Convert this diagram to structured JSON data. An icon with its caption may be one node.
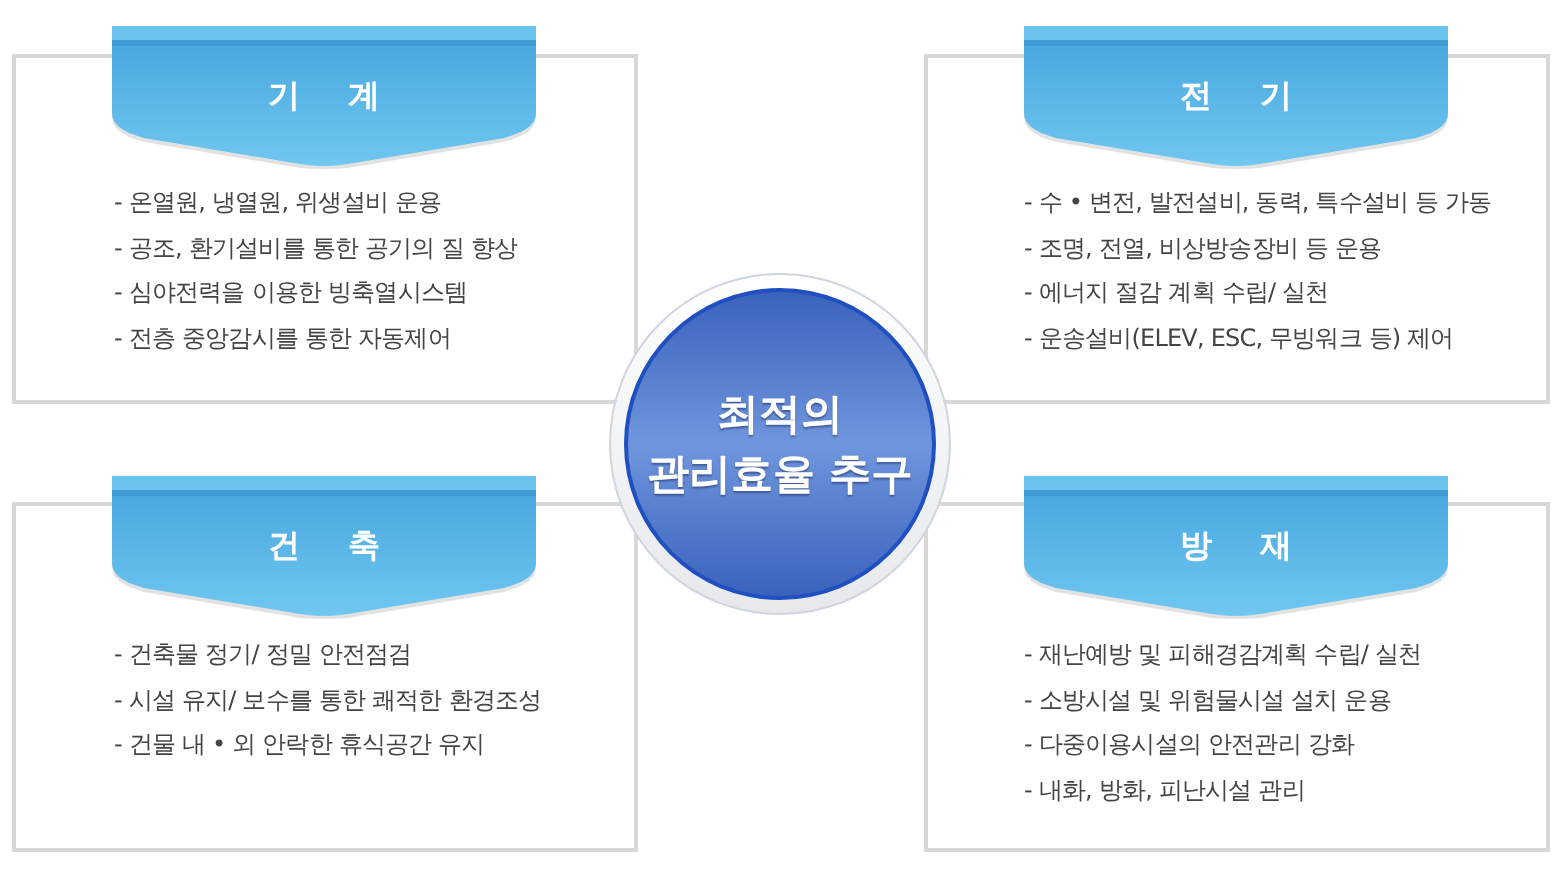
{
  "diagram": {
    "nodes": [
      {
        "text": [
          "기 계"
        ]
      },
      {
        "text": [
          "- 온열원, 냉열원, 위생설비 운용",
          "- 공조, 환기설비를 통한 공기의 질 향상",
          "- 심야전력을 이용한 빙축열시스템",
          "- 전층 중앙감시를 통한 자동제어"
        ]
      },
      {
        "text": [
          "전 기"
        ]
      },
      {
        "text": [
          "- 수 • 변전, 발전설비, 동력, 특수설비 등 가동",
          "- 조명, 전열, 비상방송장비 등 운용",
          "- 에너지 절감 계획 수립/ 실천",
          "- 운송설비(ELEV, ESC, 무빙워크 등) 제어"
        ]
      },
      {
        "text": [
          "최적의 관리효율 추구"
        ]
      },
      {
        "text": [
          "건 축"
        ]
      },
      {
        "text": [
          "- 건축물 정기/ 정밀 안전점검",
          "- 시설 유지/ 보수를 통한 쾌적한 환경조성",
          "- 건물 내 • 외 안락한 휴식공간 유지"
        ]
      },
      {
        "text": [
          "방 재"
        ]
      },
      {
        "text": [
          "- 재난예방 및 피해경감계획 수립/ 실천",
          "- 소방시설 및 위험물시설 설치 운용",
          "- 다중이용시설의 안전관리 강화",
          "- 내화, 방화, 피난시설 관리"
        ]
      }
    ]
  }
}
